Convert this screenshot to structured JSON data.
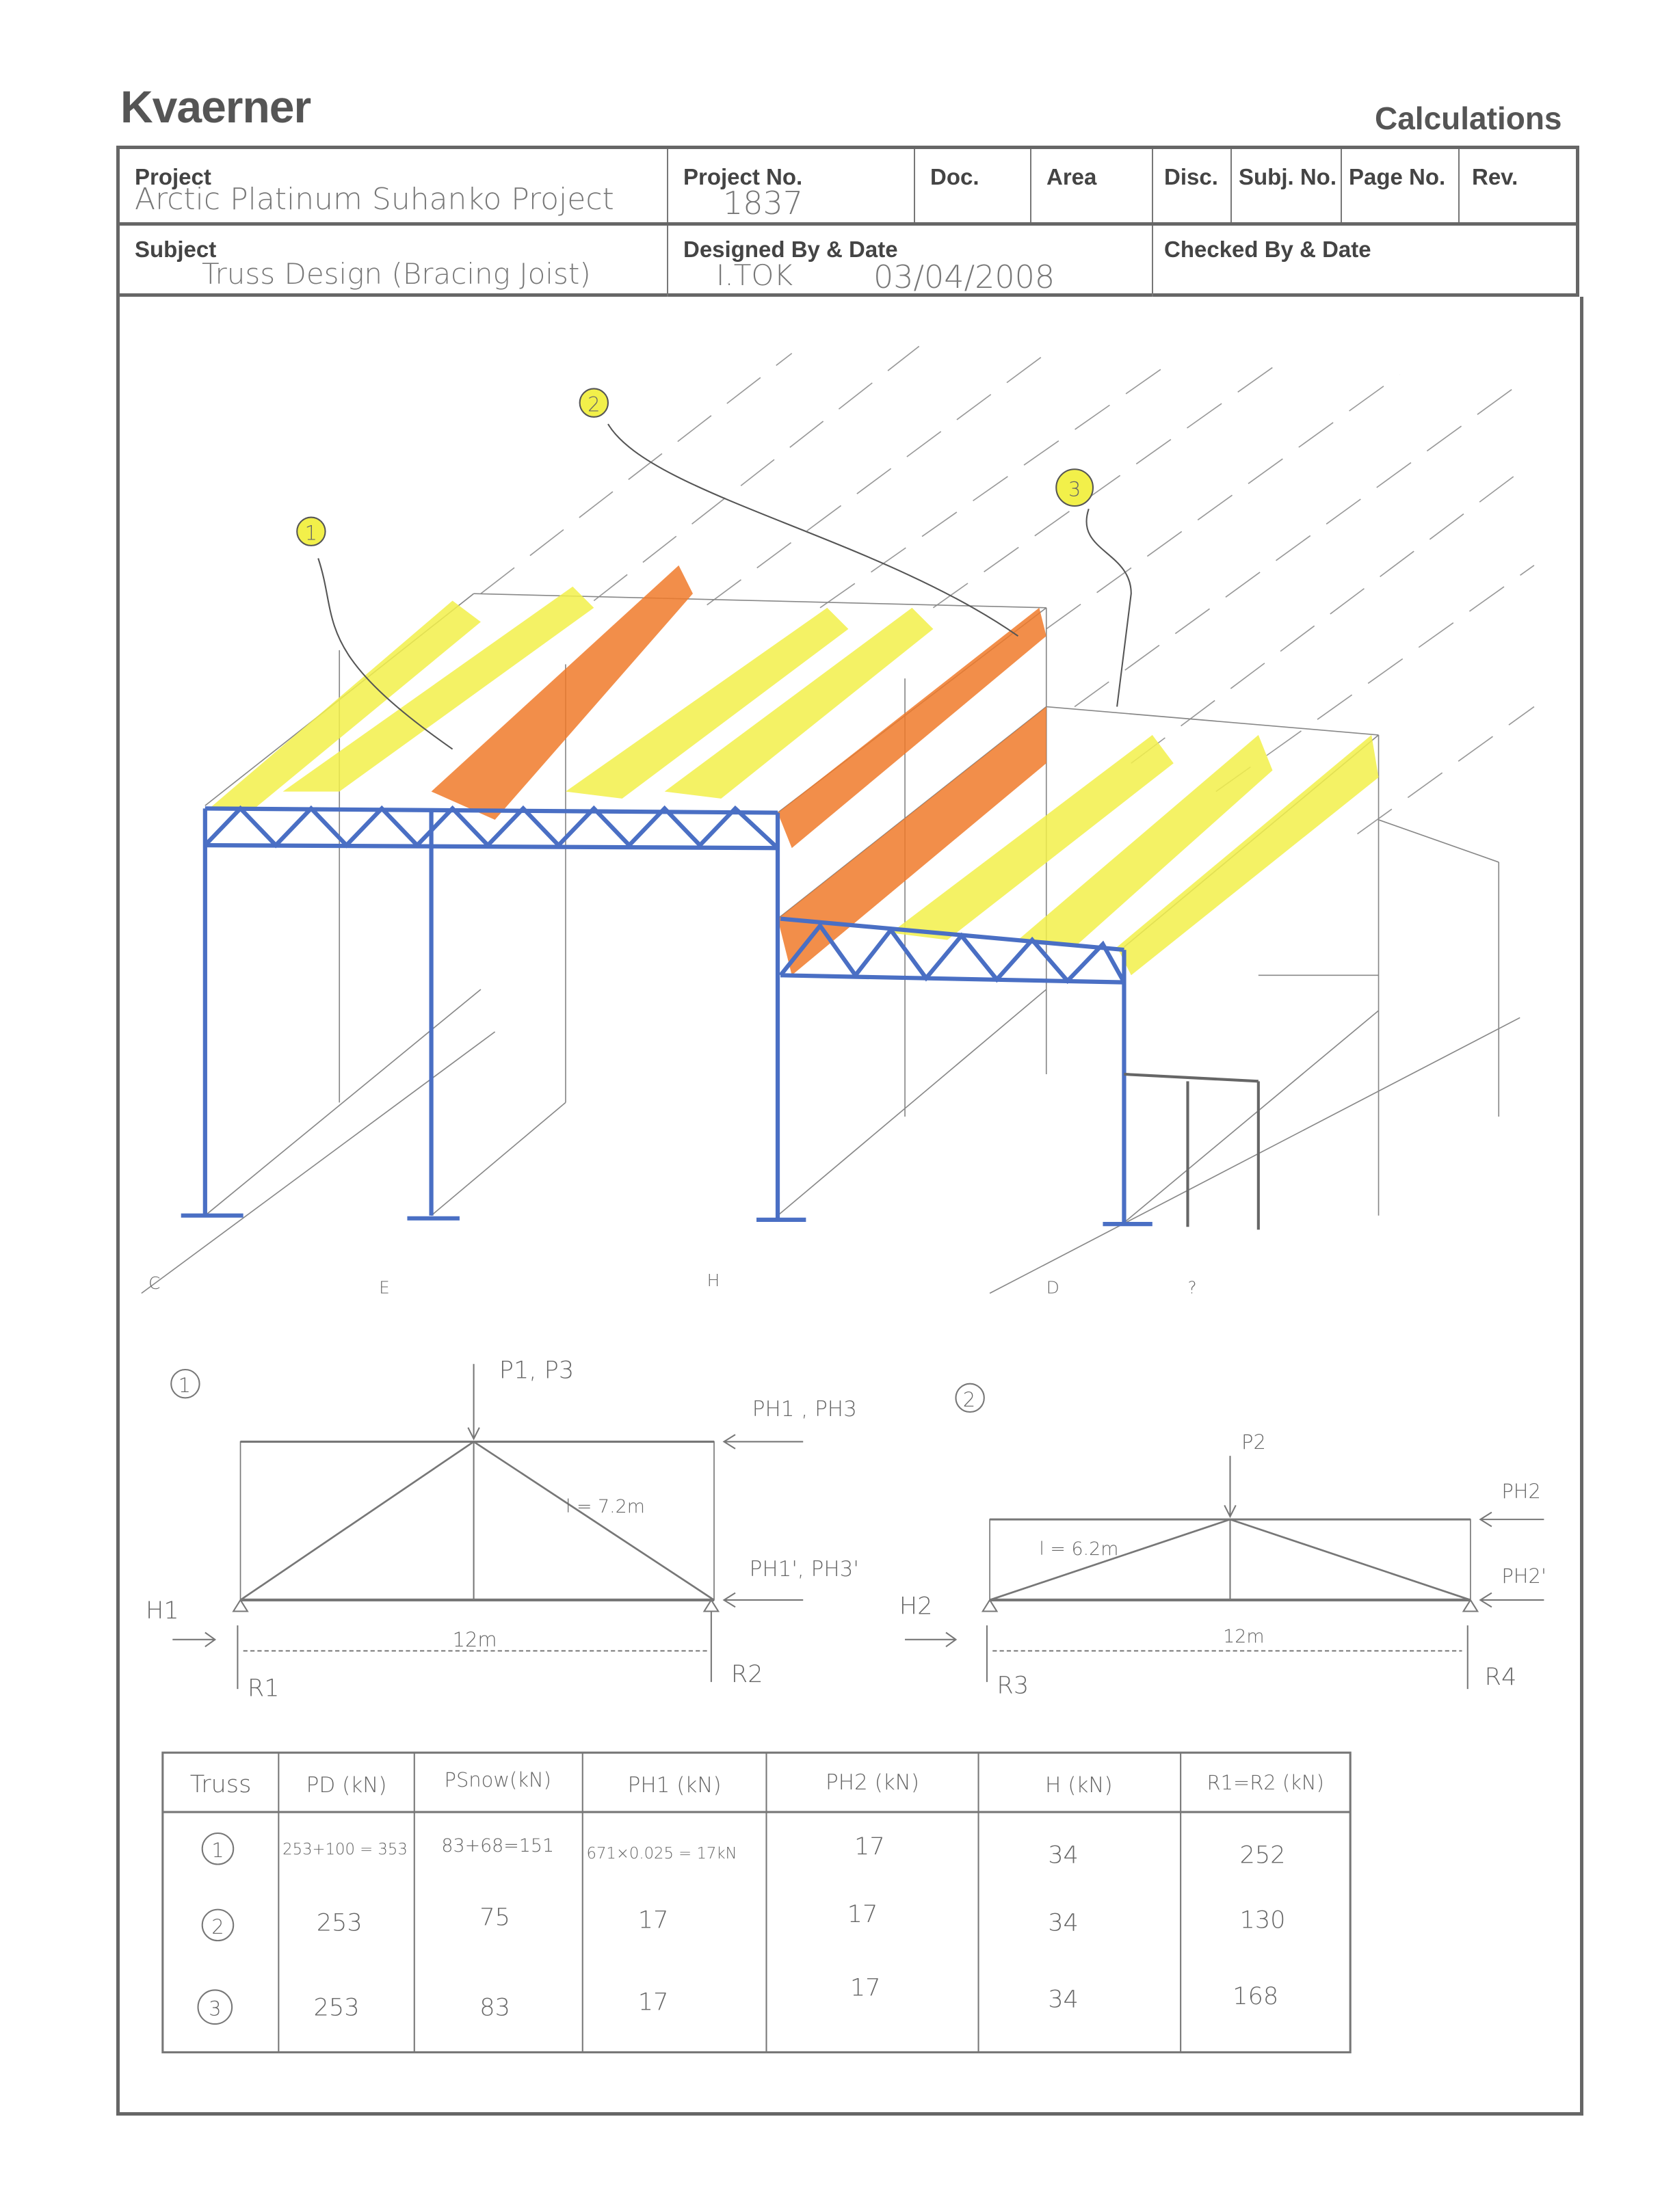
{
  "header": {
    "logo": "Kvaerner",
    "sheet_type": "Calculations",
    "labels": {
      "project": "Project",
      "project_no": "Project No.",
      "doc": "Doc.",
      "area": "Area",
      "disc": "Disc.",
      "subj_no": "Subj. No.",
      "page_no": "Page No.",
      "rev": "Rev.",
      "subject": "Subject",
      "designed_by": "Designed By & Date",
      "checked_by": "Checked By & Date"
    },
    "values": {
      "project": "Arctic Platinum Suhanko Project",
      "project_no": "1837",
      "subject": "Truss Design (Bracing Joist)",
      "designer": "I.TOK",
      "date": "03/04/2008"
    }
  },
  "sketch": {
    "callouts": [
      "1",
      "2",
      "3"
    ],
    "grid_marks": [
      "C",
      "E",
      "H",
      "D",
      "?"
    ]
  },
  "diagram1": {
    "id": "1",
    "load": "P1, P3",
    "horiz_top": "PH1 , PH3",
    "horiz_bottom": "PH1', PH3'",
    "length": "l = 7.2m",
    "span": "12m",
    "h": "H1",
    "r1": "R1",
    "r2": "R2"
  },
  "diagram2": {
    "id": "2",
    "load": "P2",
    "horiz_top": "PH2",
    "horiz_bottom": "PH2'",
    "length": "l = 6.2m",
    "span": "12m",
    "h": "H2",
    "r1": "R3",
    "r2": "R4"
  },
  "table": {
    "headers": [
      "Truss",
      "PD (kN)",
      "PSnow(kN)",
      "PH1 (kN)",
      "PH2 (kN)",
      "H (kN)",
      "R1=R2 (kN)"
    ],
    "rows": [
      [
        "1",
        "253+100 = 353",
        "83+68=151",
        "671×0.025 = 17kN",
        "17",
        "34",
        "252"
      ],
      [
        "2",
        "253",
        "75",
        "17",
        "17",
        "34",
        "130"
      ],
      [
        "3",
        "253",
        "83",
        "17",
        "17",
        "34",
        "168"
      ]
    ]
  },
  "colors": {
    "steel": "#4a6fc4",
    "highlight_yellow": "#f2f04a",
    "highlight_orange": "#f07a2a"
  }
}
